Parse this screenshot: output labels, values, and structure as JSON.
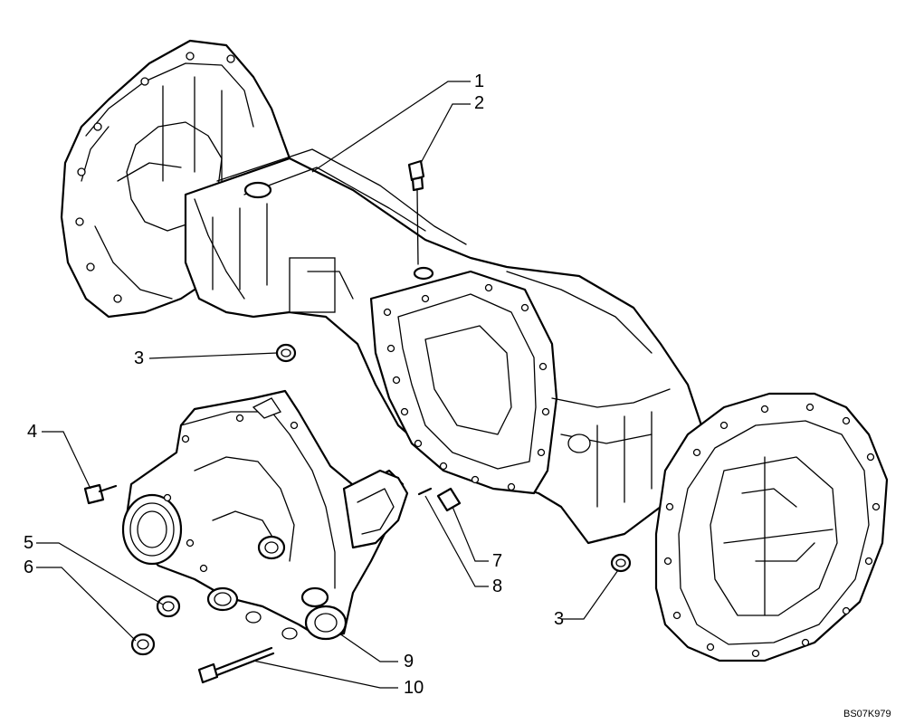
{
  "callouts": [
    "1",
    "2",
    "3",
    "3",
    "4",
    "5",
    "6",
    "7",
    "8",
    "9",
    "10"
  ],
  "drawing_code": "BS07K979"
}
